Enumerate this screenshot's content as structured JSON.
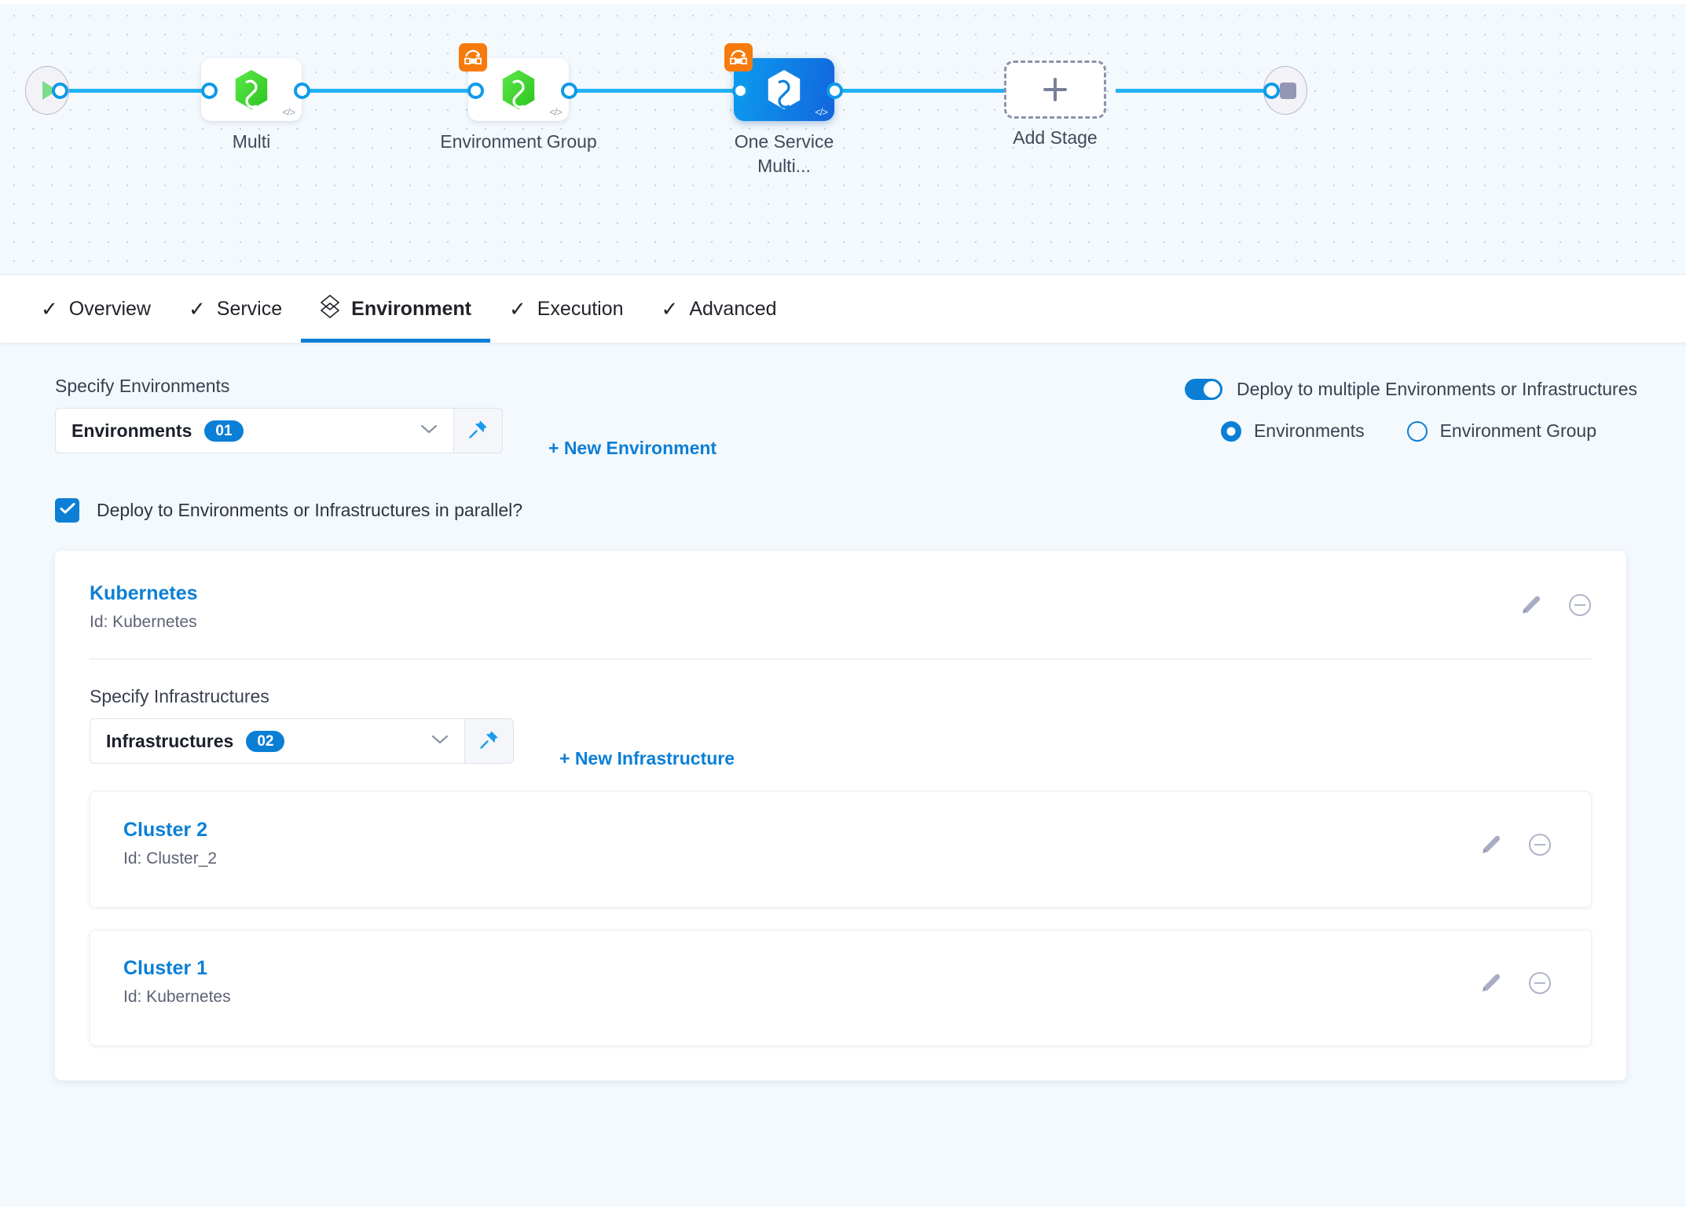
{
  "pipeline": {
    "start_icon": "play-icon",
    "end_icon": "stop-icon",
    "nodes": [
      {
        "label": "Multi",
        "icon": "harness-hex-icon",
        "badge": null,
        "selected": false,
        "code_glyph": "</>"
      },
      {
        "label": "Environment Group",
        "icon": "harness-hex-icon",
        "badge": "rollout-badge-icon",
        "selected": false,
        "code_glyph": "</>"
      },
      {
        "label": "One Service Multi...",
        "icon": "harness-hex-icon",
        "badge": "rollout-badge-icon",
        "selected": true,
        "code_glyph": "</>"
      }
    ],
    "add_stage": {
      "label": "Add Stage",
      "icon": "plus-icon"
    }
  },
  "tabs": [
    {
      "label": "Overview",
      "icon": "check-icon",
      "active": false
    },
    {
      "label": "Service",
      "icon": "check-icon",
      "active": false
    },
    {
      "label": "Environment",
      "icon": "layers-icon",
      "active": true
    },
    {
      "label": "Execution",
      "icon": "check-icon",
      "active": false
    },
    {
      "label": "Advanced",
      "icon": "check-icon",
      "active": false
    }
  ],
  "environments_section": {
    "label": "Specify Environments",
    "select_value": "Environments",
    "count": "01",
    "chevron_icon": "chevron-down-icon",
    "pin_icon": "pin-icon",
    "new_link": "+ New Environment"
  },
  "multi_deploy": {
    "toggle_label": "Deploy to multiple Environments or Infrastructures",
    "toggle_on": true,
    "radios": [
      {
        "label": "Environments",
        "checked": true
      },
      {
        "label": "Environment Group",
        "checked": false
      }
    ]
  },
  "parallel_checkbox": {
    "label": "Deploy to Environments or Infrastructures in parallel?",
    "checked": true,
    "check_icon": "check-icon"
  },
  "environment_card": {
    "name": "Kubernetes",
    "id": "Id: Kubernetes",
    "edit_icon": "pencil-icon",
    "remove_icon": "circle-minus-icon",
    "infrastructures_section": {
      "label": "Specify Infrastructures",
      "select_value": "Infrastructures",
      "count": "02",
      "chevron_icon": "chevron-down-icon",
      "pin_icon": "pin-icon",
      "new_link": "+ New Infrastructure"
    },
    "infrastructures": [
      {
        "name": "Cluster 2",
        "id": "Id: Cluster_2",
        "edit_icon": "pencil-icon",
        "remove_icon": "circle-minus-icon"
      },
      {
        "name": "Cluster 1",
        "id": "Id: Kubernetes",
        "edit_icon": "pencil-icon",
        "remove_icon": "circle-minus-icon"
      }
    ]
  },
  "colors": {
    "accent_blue": "#0b7fd6",
    "edge_blue": "#21b3f3",
    "node_green": "#49d833",
    "badge_orange": "#f77b0c",
    "page_bg": "#f4f9fd",
    "text_dark": "#3b4050"
  }
}
